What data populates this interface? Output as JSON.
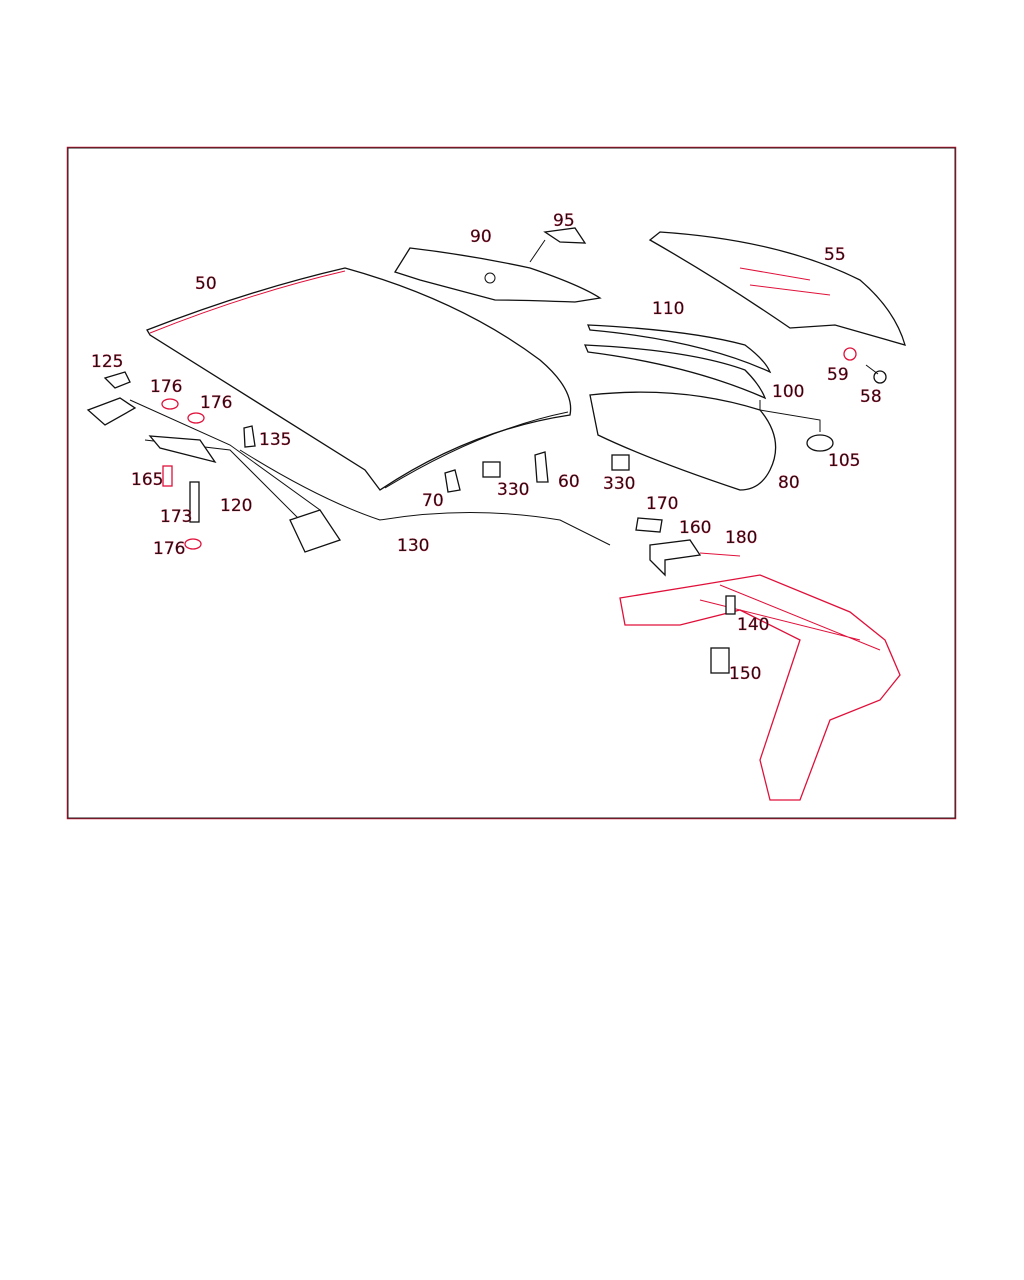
{
  "diagram": {
    "colors": {
      "line": "#111111",
      "accent": "#e0103a"
    },
    "labels": [
      "50",
      "90",
      "95",
      "55",
      "110",
      "100",
      "59",
      "58",
      "105",
      "80",
      "60",
      "330",
      "330",
      "70",
      "125",
      "176",
      "176",
      "135",
      "165",
      "173",
      "120",
      "176",
      "130",
      "170",
      "160",
      "180",
      "140",
      "150"
    ]
  }
}
